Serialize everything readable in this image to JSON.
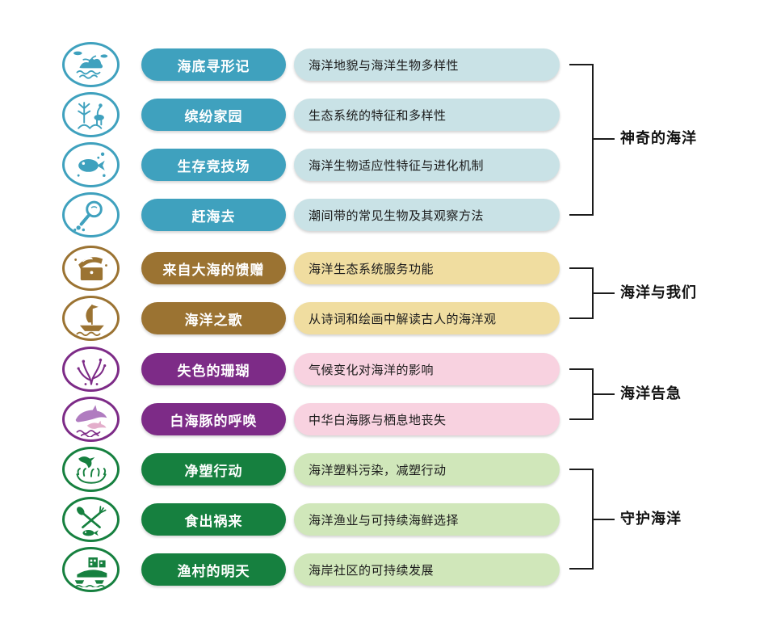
{
  "diagram_title": "marine-education-curriculum-map",
  "groups": [
    {
      "label": "神奇的海洋",
      "color": "#3FA1BE",
      "light_color": "#C9E2E6",
      "rows": [
        {
          "icon": "island-icon",
          "title": "海底寻形记",
          "description": "海洋地貌与海洋生物多样性"
        },
        {
          "icon": "mangrove-bird-icon",
          "title": "缤纷家园",
          "description": "生态系统的特征和多样性"
        },
        {
          "icon": "fish-icon",
          "title": "生存竞技场",
          "description": "海洋生物适应性特征与进化机制"
        },
        {
          "icon": "magnifier-crab-icon",
          "title": "赶海去",
          "description": "潮间带的常见生物及其观察方法"
        }
      ]
    },
    {
      "label": "海洋与我们",
      "color": "#9B7332",
      "light_color": "#F0DDA0",
      "rows": [
        {
          "icon": "treasure-chest-icon",
          "title": "来自大海的馈赠",
          "description": "海洋生态系统服务功能"
        },
        {
          "icon": "sailboat-icon",
          "title": "海洋之歌",
          "description": "从诗词和绘画中解读古人的海洋观"
        }
      ]
    },
    {
      "label": "海洋告急",
      "color": "#7D2B87",
      "light_color": "#F8D2E0",
      "rows": [
        {
          "icon": "coral-icon",
          "title": "失色的珊瑚",
          "description": "气候变化对海洋的影响"
        },
        {
          "icon": "dolphin-icon",
          "title": "白海豚的呼唤",
          "description": "中华白海豚与栖息地丧失"
        }
      ]
    },
    {
      "label": "守护海洋",
      "color": "#16803F",
      "light_color": "#D0E7BA",
      "rows": [
        {
          "icon": "hand-plastic-icon",
          "title": "净塑行动",
          "description": "海洋塑料污染，减塑行动"
        },
        {
          "icon": "utensils-fish-icon",
          "title": "食出祸来",
          "description": "海洋渔业与可持续海鲜选择"
        },
        {
          "icon": "fishing-village-icon",
          "title": "渔村的明天",
          "description": "海岸社区的可持续发展"
        }
      ]
    }
  ]
}
